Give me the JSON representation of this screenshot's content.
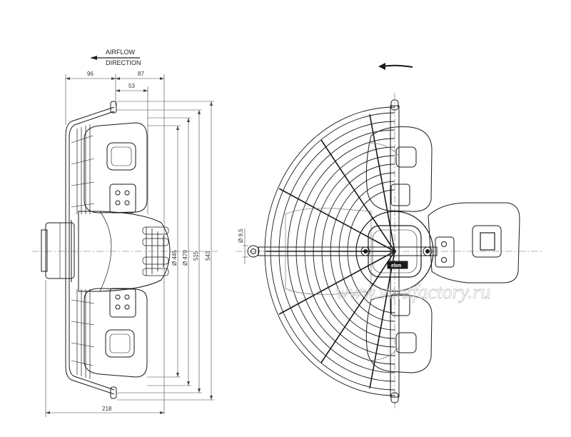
{
  "airflow": {
    "line1": "AIRFLOW",
    "line2": "DIRECTION"
  },
  "dimensions": {
    "d96": "96",
    "d87": "87",
    "d53": "53",
    "d218": "218",
    "d445": "Ø 445",
    "d479": "Ø 479",
    "d515": "515",
    "d543": "543",
    "d95": "Ø 9,5"
  },
  "motor_logo": "ebm",
  "watermark": "www.ventfactory.ru",
  "colors": {
    "line": "#1a1a1a",
    "dim": "#444444",
    "center": "#666666",
    "watermark": "#c8c8c8"
  }
}
